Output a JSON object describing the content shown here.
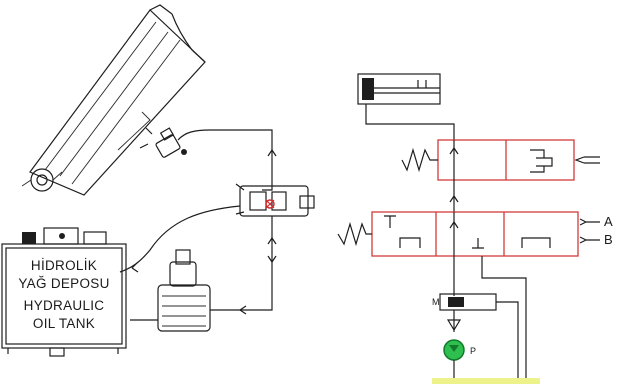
{
  "tank": {
    "line1": "HİDROLİK",
    "line2": "YAĞ DEPOSU",
    "line3": "HYDRAULIC",
    "line4": "OIL TANK"
  },
  "ports": {
    "a": "A",
    "b": "B",
    "pump": "P",
    "relief_marker": "M"
  },
  "colors": {
    "valve_outline": "#d23c3c",
    "lines": "#1e1e1e",
    "pump": "#1a9a3a",
    "tank_flow": "#e8ef7a"
  }
}
